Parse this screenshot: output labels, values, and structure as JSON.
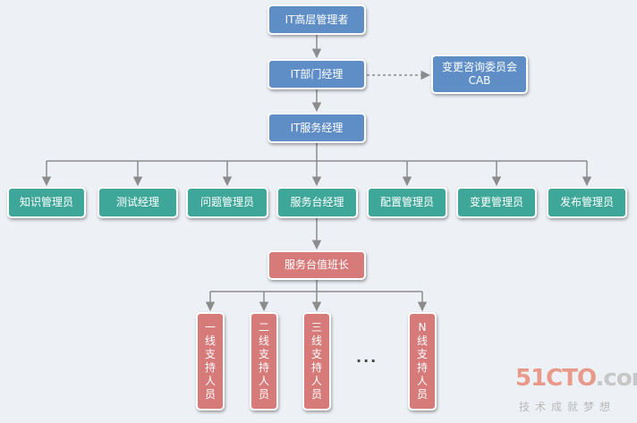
{
  "diagram": {
    "top_manager": "IT高层管理者",
    "it_dept_manager": "IT部门经理",
    "cab": [
      "变更咨询委员会",
      "CAB"
    ],
    "it_service_manager": "IT服务经理",
    "roles": [
      "知识管理员",
      "测试经理",
      "问题管理员",
      "服务台经理",
      "配置管理员",
      "变更管理员",
      "发布管理员"
    ],
    "desk_shift_leader": "服务台值班长",
    "support_staff": [
      "一线支持人员",
      "二线支持人员",
      "三线支持人员",
      "N线支持人员"
    ],
    "ellipsis": "..."
  },
  "watermark": {
    "brand_main": "51CTO",
    "brand_suffix": ".com",
    "slogan": "技术成就梦想"
  },
  "colors": {
    "background": "#edf1f6",
    "management_box": "#5f8ec6",
    "role_box": "#3fa79a",
    "shift_box": "#d67a7a",
    "connector": "#8c8c8c"
  }
}
